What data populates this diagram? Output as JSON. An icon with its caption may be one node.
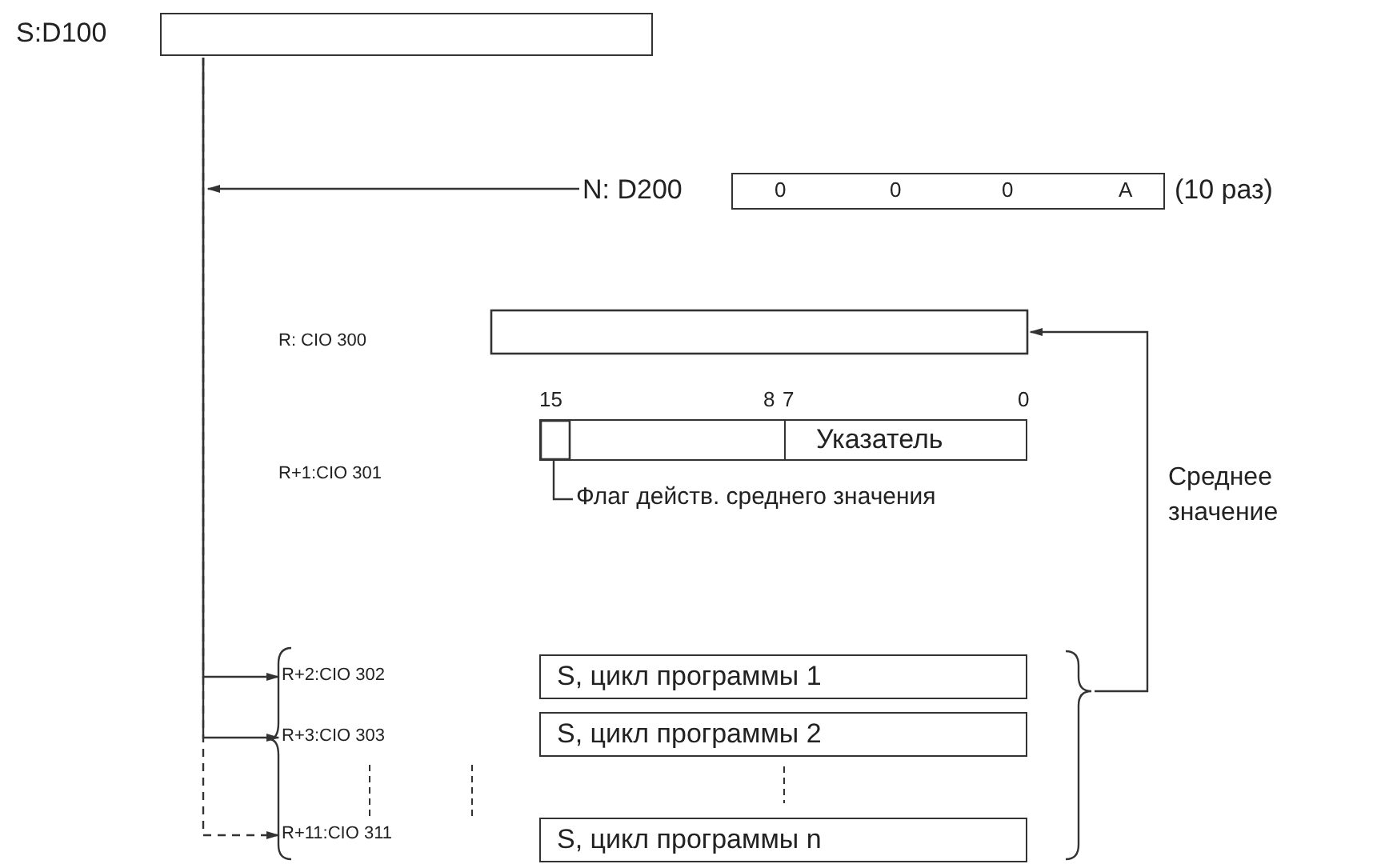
{
  "diagram": {
    "nodes": [
      {
        "text": [
          "S:D100"
        ]
      },
      {
        "text": [
          "N: D200",
          "0",
          "0",
          "0",
          "A"
        ],
        "beside": [
          "(10 раз)"
        ]
      },
      {
        "text": [],
        "shape": "box"
      },
      {
        "text": [
          "Указатель"
        ]
      },
      {
        "text": [],
        "shape": "box",
        "in": 3
      },
      {
        "text": [
          "Флаг действ. среднего значения"
        ]
      },
      {
        "text": [
          "R+2:CIO 302"
        ]
      },
      {
        "text": [
          "S, цикл программы 1"
        ]
      },
      {
        "text": [
          "R+3:CIO 303"
        ]
      },
      {
        "text": [
          "S, цикл программы 2"
        ]
      },
      {
        "text": [
          "R+11:CIO 311"
        ]
      },
      {
        "text": [
          "S, цикл программы n"
        ]
      },
      {
        "text": [],
        "shape": "brace"
      }
    ],
    "edges": [
      {
        "from": 0,
        "to": 6,
        "arrow": "to"
      },
      {
        "from": 0,
        "to": 8,
        "arrow": "to"
      },
      {
        "from": 0,
        "to": 10,
        "arrow": "to",
        "style": "dashed"
      },
      {
        "from": 1,
        "to": null,
        "arrow": "to"
      },
      {
        "from": 5,
        "to": 4,
        "arrow": "none"
      },
      {
        "from": 12,
        "to": 2,
        "arrow": "to",
        "label": "Среднее значение"
      }
    ],
    "labels": [
      "R: CIO 300",
      "15",
      "8",
      "7",
      "0",
      "R+1:CIO 301"
    ]
  }
}
